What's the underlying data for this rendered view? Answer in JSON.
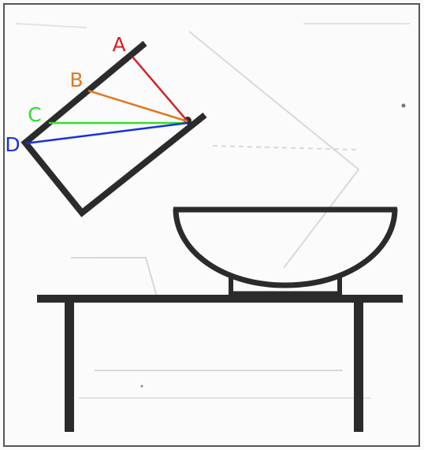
{
  "labels": {
    "a": {
      "text": "A",
      "color": "#d42020"
    },
    "b": {
      "text": "B",
      "color": "#e07820"
    },
    "c": {
      "text": "C",
      "color": "#2ee02a"
    },
    "d": {
      "text": "D",
      "color": "#1830e0"
    }
  },
  "colors": {
    "ink": "#2b2b2b",
    "frame": "#555555",
    "background": "#fbfbfb"
  }
}
